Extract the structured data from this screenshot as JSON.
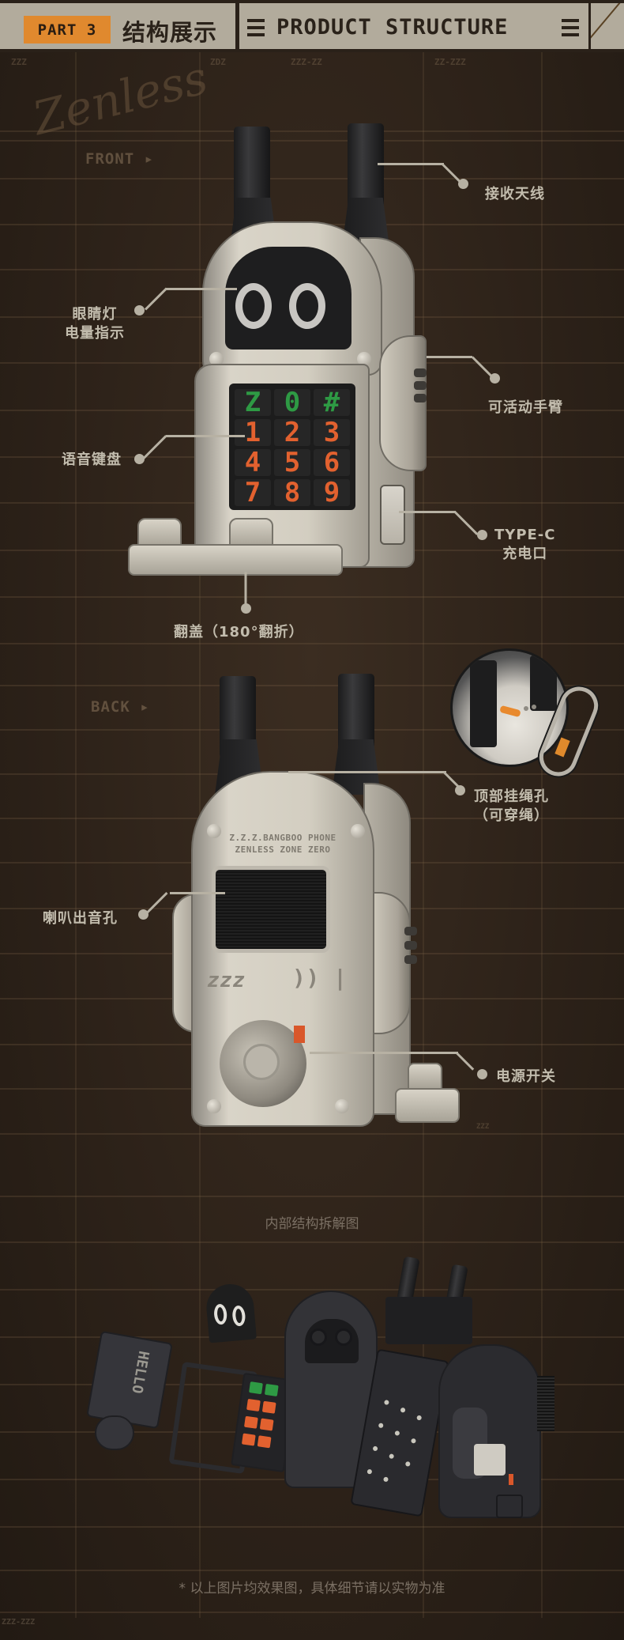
{
  "header": {
    "part_badge": "PART 3",
    "title_cn": "结构展示",
    "title_en": "PRODUCT STRUCTURE"
  },
  "background": {
    "signature": "Zenless",
    "faint_tags": [
      "ZZZ",
      "ZDZ",
      "ZZZ-ZZ",
      "ZZ-ZZZ"
    ],
    "footer_tag": "ZZZ-ZZZ",
    "small_mark": "ZZZ"
  },
  "front_view": {
    "section_tag": "FRONT ▸",
    "callouts": {
      "antenna": "接收天线",
      "eye_light_line1": "眼睛灯",
      "eye_light_line2": "电量指示",
      "movable_arm": "可活动手臂",
      "voice_keypad": "语音键盘",
      "typec_line1": "TYPE-C",
      "typec_line2": "充电口",
      "flip_cover": "翻盖（180°翻折）"
    },
    "keypad": {
      "keys": [
        "Z",
        "0",
        "#",
        "1",
        "2",
        "3",
        "4",
        "5",
        "6",
        "7",
        "8",
        "9"
      ],
      "top_row_color": "#2e9a44",
      "number_color": "#e2612f"
    }
  },
  "back_view": {
    "section_tag": "BACK ▸",
    "engraving_line1": "Z.Z.Z.BANGBOO PHONE",
    "engraving_line2": "ZENLESS ZONE ZERO",
    "emblem_text": "zzz",
    "callouts": {
      "lanyard_hole_line1": "顶部挂绳孔",
      "lanyard_hole_line2": "（可穿绳）",
      "speaker_hole": "喇叭出音孔",
      "power_switch": "电源开关"
    }
  },
  "exploded_view": {
    "caption": "内部结构拆解图",
    "back_plate_text": "HELLO"
  },
  "footnote": "* 以上图片均效果图，具体细节请以实物为准",
  "colors": {
    "accent_orange": "#e0892e",
    "header_plate": "#b2ab9c",
    "background": "#2d2219",
    "label_text": "#c2bcad"
  }
}
